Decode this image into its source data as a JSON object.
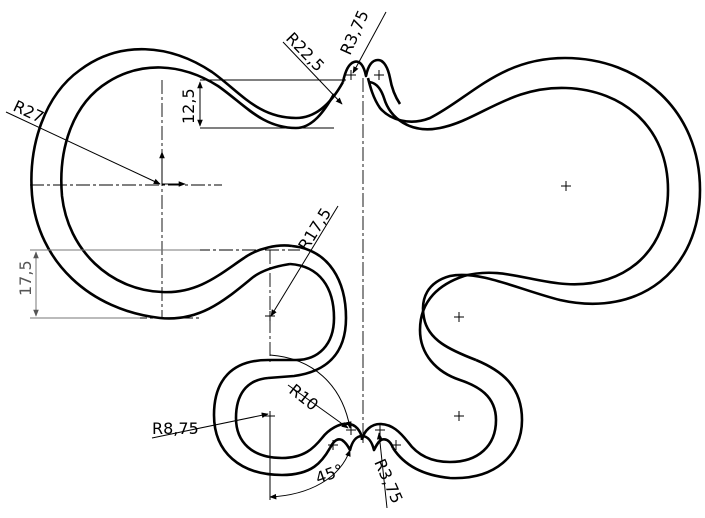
{
  "drawing": {
    "dimensions": {
      "r22_5": "R22,5",
      "r3_75_top": "R3,75",
      "r27": "R27",
      "d12_5": "12,5",
      "r17_5": "R17,5",
      "d17_5": "17,5",
      "r10": "R10",
      "r8_75": "R8,75",
      "angle_45": "45°",
      "r3_75_bottom": "R3,75"
    }
  }
}
